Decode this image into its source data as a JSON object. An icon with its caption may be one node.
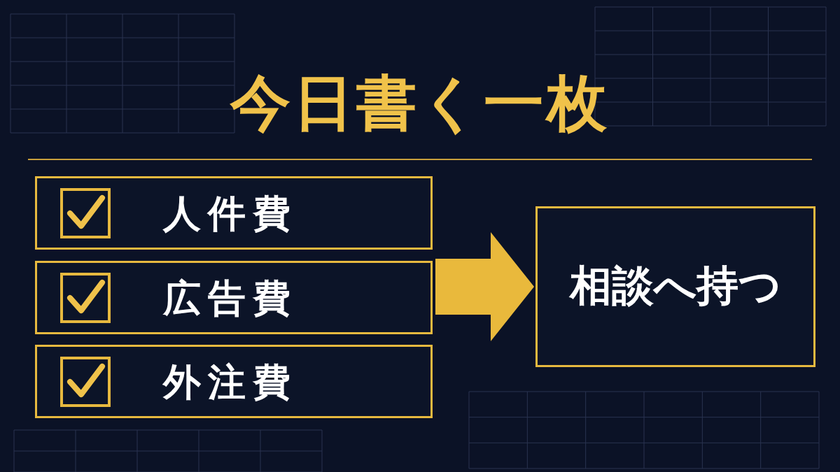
{
  "diagram": {
    "title": "今日書く一枚",
    "nodes": [
      {
        "text": [
          "人件費"
        ]
      },
      {
        "text": [
          "広告費"
        ]
      },
      {
        "text": [
          "外注費"
        ]
      },
      {
        "text": [
          "相談へ持つ"
        ]
      }
    ],
    "edges": [
      {
        "from": 0,
        "to": 3,
        "arrow": "to"
      },
      {
        "from": 1,
        "to": 3,
        "arrow": "to"
      },
      {
        "from": 2,
        "to": 3,
        "arrow": "to"
      }
    ]
  }
}
